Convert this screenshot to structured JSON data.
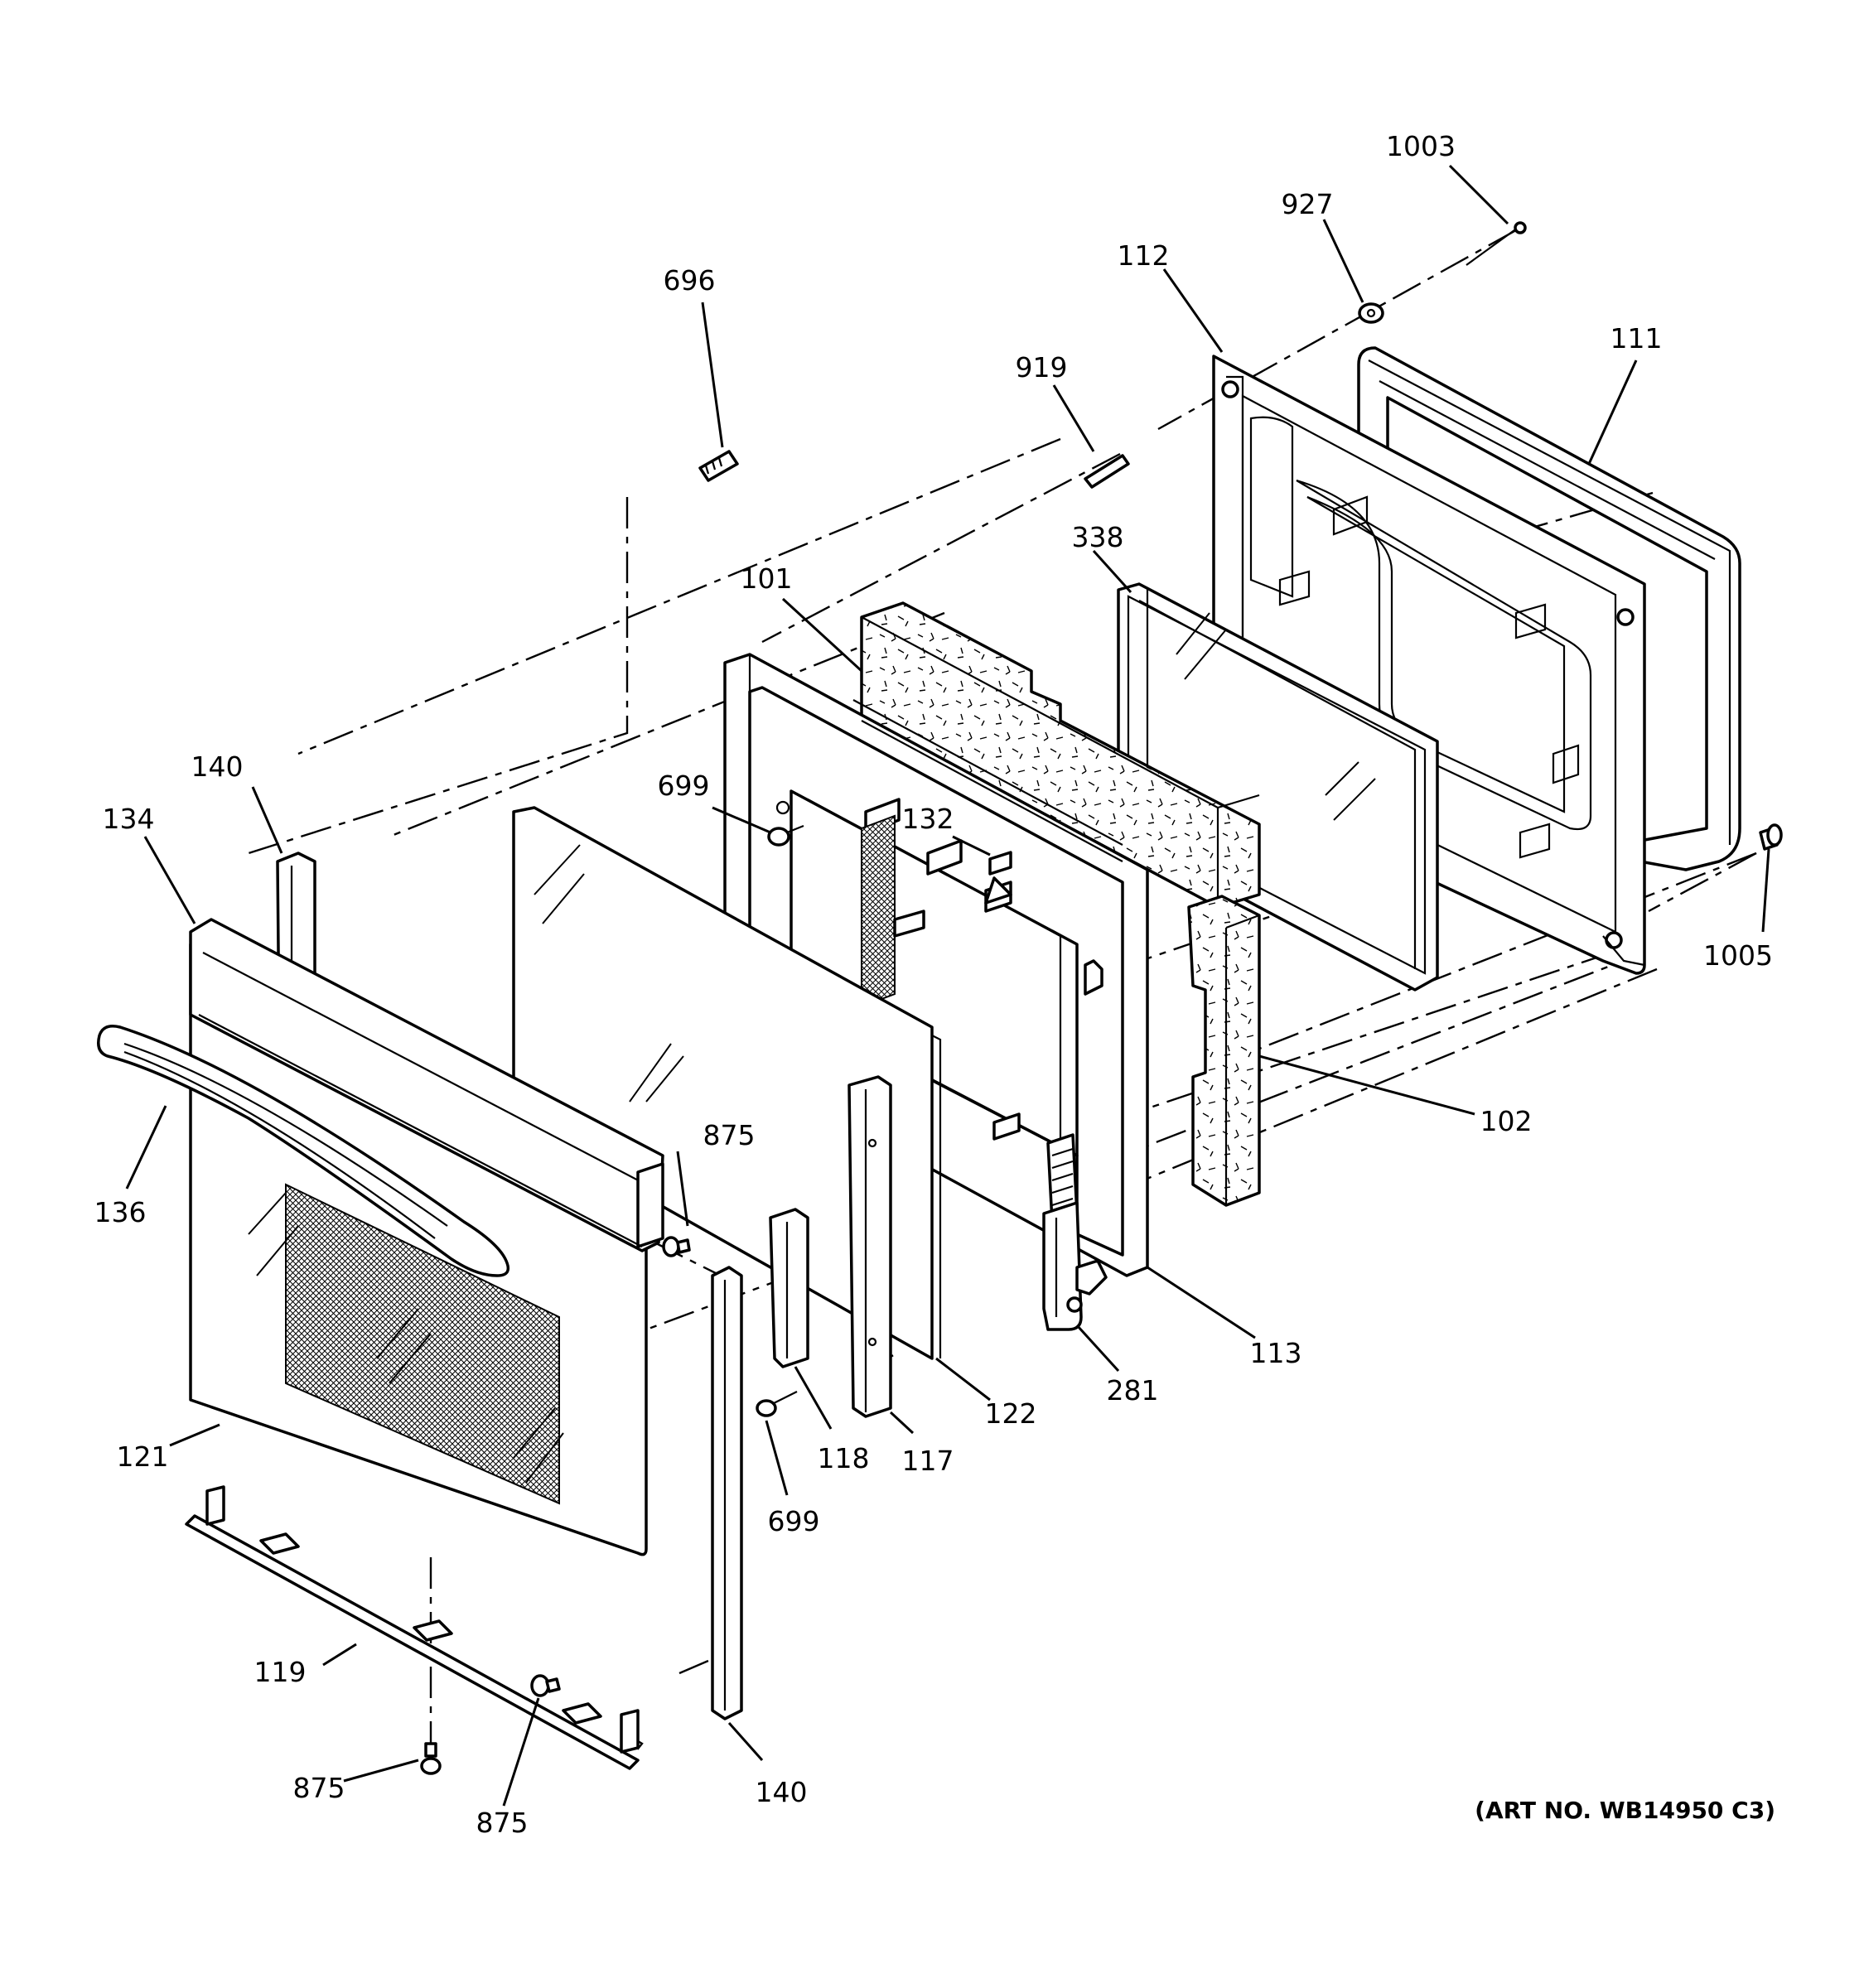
{
  "callouts": {
    "c1003": "1003",
    "c927": "927",
    "c112": "112",
    "c111": "111",
    "c696": "696",
    "c919": "919",
    "c338": "338",
    "c101": "101",
    "c699a": "699",
    "c132": "132",
    "c140a": "140",
    "c134": "134",
    "c136": "136",
    "c1005": "1005",
    "c102": "102",
    "c875a": "875",
    "c113": "113",
    "c281": "281",
    "c122": "122",
    "c118": "118",
    "c117": "117",
    "c699b": "699",
    "c121": "121",
    "c119": "119",
    "c875b": "875",
    "c875c": "875",
    "c140b": "140"
  },
  "art_number": "(ART NO. WB14950 C3)"
}
